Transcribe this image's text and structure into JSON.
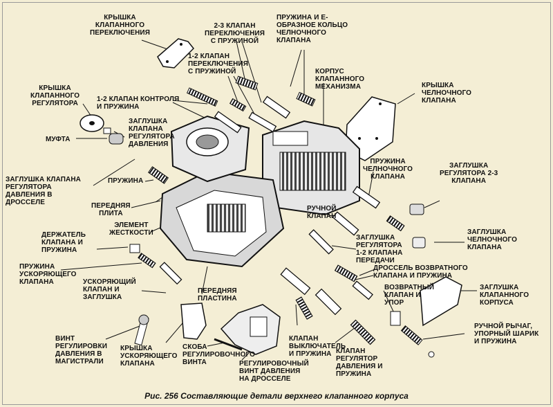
{
  "caption": "Рис. 256 Составляющие детали верхнего клапанного корпуса",
  "labels": {
    "cover_switch": "КРЫШКА\nКЛАПАННОГО\nПЕРЕКЛЮЧЕНИЯ",
    "valve_23": "2-3 КЛАПАН\nПЕРЕКЛЮЧЕНИЯ\nС ПРУЖИНОЙ",
    "spring_e_ring": "ПРУЖИНА И Е-\nОБРАЗНОЕ КОЛЬЦО\nЧЕЛНОЧНОГО\nКЛАПАНА",
    "valve_12_switch": "1-2 КЛАПАН\nПЕРЕКЛЮЧЕНИЯ\nС ПРУЖИНОЙ",
    "valve_body_housing": "КОРПУС\nКЛАПАННОГО\nМЕХАНИЗМА",
    "cover_shuttle": "КРЫШКА\nЧЕЛНОЧНОГО\nКЛАПАНА",
    "cover_regulator": "КРЫШКА\nКЛАПАННОГО\nРЕГУЛЯТОРА",
    "valve_12_control": "1-2 КЛАПАН КОНТРОЛЯ\nИ ПРУЖИНА",
    "plug_pressure_reg": "ЗАГЛУШКА\nКЛАПАНА\nРЕГУЛЯТОРА\nДАВЛЕНИЯ",
    "coupling": "МУФТА",
    "spring_shuttle": "ПРУЖИНА\nЧЕЛНОЧНОГО\nКЛАПАНА",
    "plug_reg_23": "ЗАГЛУШКА\nРЕГУЛЯТОРА 2-3\nКЛАПАНА",
    "plug_throttle_reg": "ЗАГЛУШКА КЛАПАНА\nРЕГУЛЯТОРА\nДАВЛЕНИЯ В\nДРОССЕЛЕ",
    "spring": "ПРУЖИНА",
    "front_plate": "ПЕРЕДНЯЯ\nПЛИТА",
    "manual_valve": "РУЧНОЙ\nКЛАПАН",
    "stiffener": "ЭЛЕМЕНТ\nЖЕСТКОСТИ",
    "plug_shuttle": "ЗАГЛУШКА\nЧЕЛНОЧНОГО\nКЛАПАНА",
    "valve_holder": "ДЕРЖАТЕЛЬ\nКЛАПАНА И\nПРУЖИНА",
    "plug_reg_12": "ЗАГЛУШКА\nРЕГУЛЯТОРА\n1-2 КЛАПАНА\nПЕРЕДАЧИ",
    "return_throttle": "ДРОССЕЛЬ ВОЗВРАТНОГО\nКЛАПАНА И ПРУЖИНА",
    "accel_spring": "ПРУЖИНА\nУСКОРЯЮЩЕГО\nКЛАПАНА",
    "return_valve": "ВОЗВРАТНЫЙ\nКЛАПАН И\nУПОР",
    "plug_housing": "ЗАГЛУШКА\nКЛАПАННОГО\nКОРПУСА",
    "accel_valve": "УСКОРЯЮЩИЙ\nКЛАПАН И\nЗАГЛУШКА",
    "front_plate2": "ПЕРЕДНЯЯ\nПЛАСТИНА",
    "manual_lever": "РУЧНОЙ РЫЧАГ,\nУПОРНЫЙ ШАРИК\nИ ПРУЖИНА",
    "screw_main": "ВИНТ\nРЕГУЛИРОВКИ\nДАВЛЕНИЯ В\nМАГИСТРАЛИ",
    "cover_accel": "КРЫШКА\nУСКОРЯЮЩЕГО\nКЛАПАНА",
    "bracket_screw": "СКОБА\nРЕГУЛИРОВОЧНОГО\nВИНТА",
    "screw_throttle": "РЕГУЛИРОВОЧНЫЙ\nВИНТ ДАВЛЕНИЯ\nНА ДРОССЕЛЕ",
    "valve_kickdown": "КЛАПАН\nВЫКЛЮЧАТЕЛЬ\nИ ПРУЖИНА",
    "valve_pressure_reg": "КЛАПАН\nРЕГУЛЯТОР\nДАВЛЕНИЯ И\nПРУЖИНА"
  }
}
